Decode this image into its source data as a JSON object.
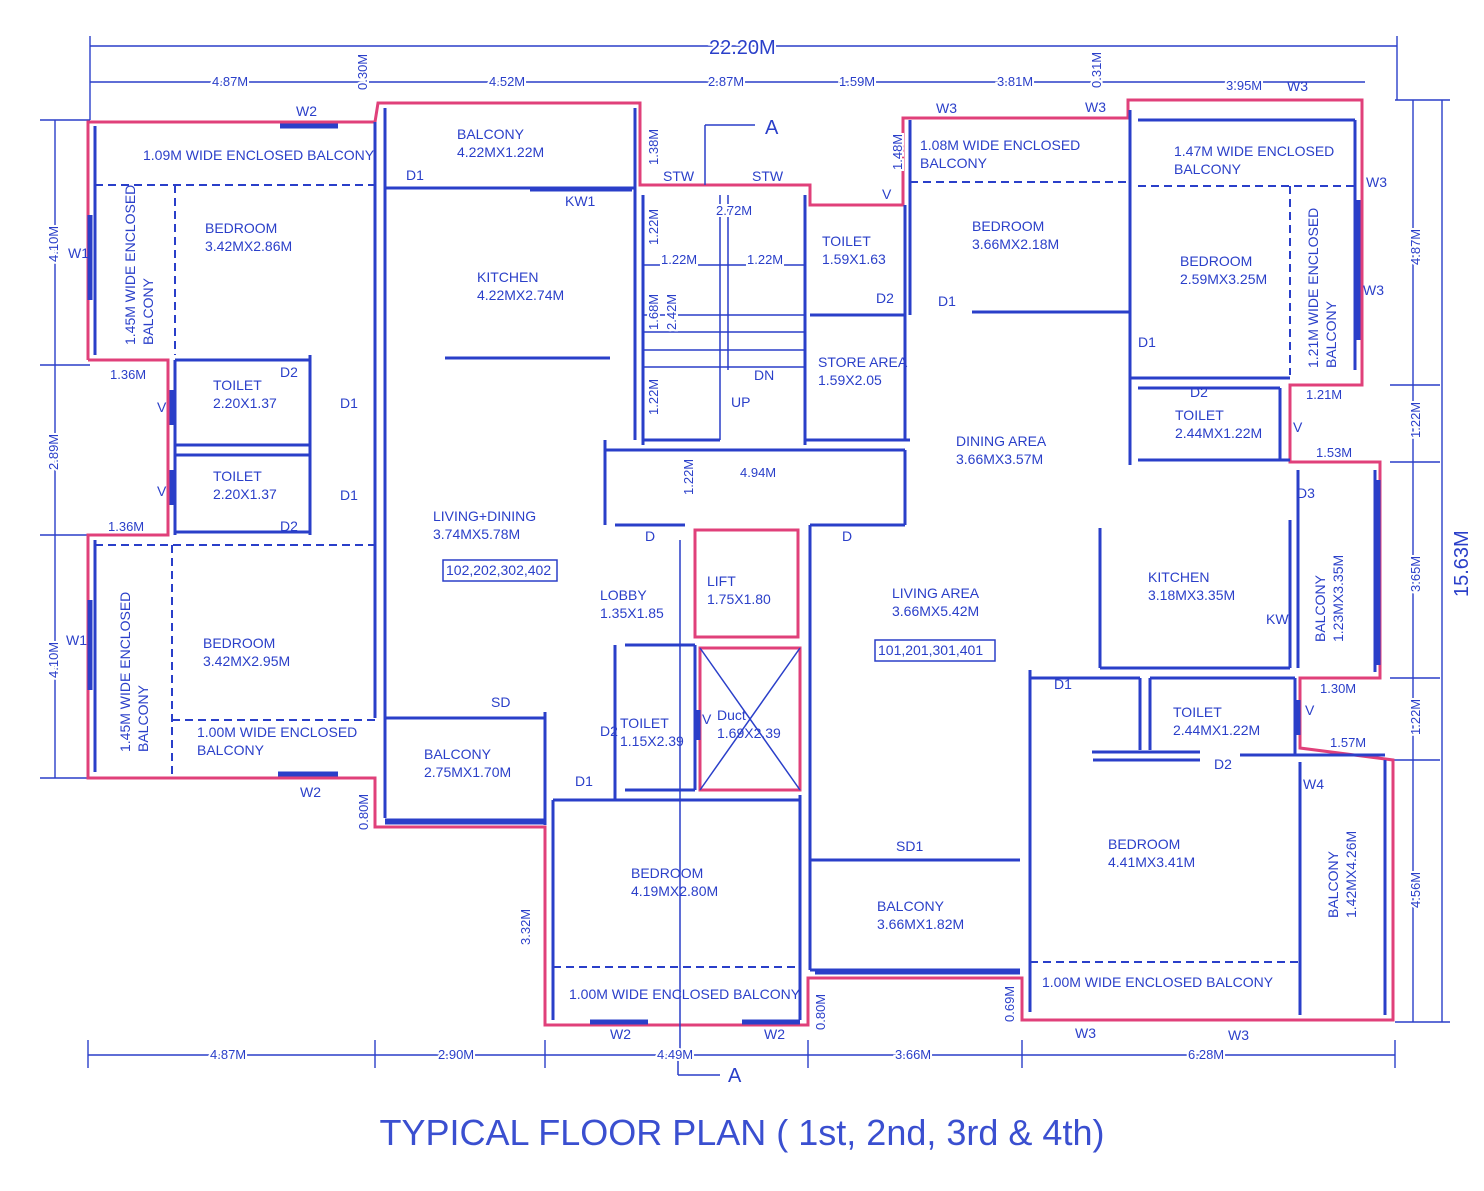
{
  "title": "TYPICAL FLOOR PLAN ( 1st, 2nd, 3rd & 4th)",
  "colors": {
    "lines": "#2a3fc9",
    "outline": "#e0407a",
    "title": "#3a4fd0"
  },
  "rooms": [
    {
      "lines": [
        "1.09M WIDE ENCLOSED BALCONY"
      ]
    },
    {
      "lines": [
        "BALCONY",
        "4.22MX1.22M"
      ]
    },
    {
      "lines": [
        "BEDROOM",
        "3.42MX2.86M"
      ]
    },
    {
      "lines": [
        "KITCHEN",
        "4.22MX2.74M"
      ]
    },
    {
      "lines": [
        "1.45M WIDE ENCLOSED",
        "BALCONY"
      ]
    },
    {
      "lines": [
        "TOILET",
        "2.20X1.37"
      ]
    },
    {
      "lines": [
        "TOILET",
        "2.20X1.37"
      ]
    },
    {
      "lines": [
        "LIVING+DINING",
        "3.74MX5.78M"
      ]
    },
    {
      "lines": [
        "BEDROOM",
        "3.42MX2.95M"
      ]
    },
    {
      "lines": [
        "1.45M WIDE ENCLOSED",
        "BALCONY"
      ]
    },
    {
      "lines": [
        "1.00M WIDE ENCLOSED",
        "BALCONY"
      ]
    },
    {
      "lines": [
        "BALCONY",
        "2.75MX1.70M"
      ]
    },
    {
      "lines": [
        "LOBBY",
        "1.35X1.85"
      ]
    },
    {
      "lines": [
        "LIFT",
        "1.75X1.80"
      ]
    },
    {
      "lines": [
        "TOILET",
        "1.15X2.39"
      ]
    },
    {
      "lines": [
        "Duct",
        "1.69X2.39"
      ]
    },
    {
      "lines": [
        "BEDROOM",
        "4.19MX2.80M"
      ]
    },
    {
      "lines": [
        "1.00M WIDE ENCLOSED BALCONY"
      ]
    },
    {
      "lines": [
        "TOILET",
        "1.59X1.63"
      ]
    },
    {
      "lines": [
        "STORE AREA",
        "1.59X2.05"
      ]
    },
    {
      "lines": [
        "1.08M WIDE ENCLOSED",
        "BALCONY"
      ]
    },
    {
      "lines": [
        "BEDROOM",
        "3.66MX2.18M"
      ]
    },
    {
      "lines": [
        "1.47M WIDE ENCLOSED",
        "BALCONY"
      ]
    },
    {
      "lines": [
        "BEDROOM",
        "2.59MX3.25M"
      ]
    },
    {
      "lines": [
        "1.21M WIDE ENCLOSED",
        "BALCONY"
      ]
    },
    {
      "lines": [
        "TOILET",
        "2.44MX1.22M"
      ]
    },
    {
      "lines": [
        "DINING AREA",
        "3.66MX3.57M"
      ]
    },
    {
      "lines": [
        "KITCHEN",
        "3.18MX3.35M"
      ]
    },
    {
      "lines": [
        "BALCONY",
        "1.23MX3.35M"
      ]
    },
    {
      "lines": [
        "LIVING AREA",
        "3.66MX5.42M"
      ]
    },
    {
      "lines": [
        "TOILET",
        "2.44MX1.22M"
      ]
    },
    {
      "lines": [
        "BEDROOM",
        "4.41MX3.41M"
      ]
    },
    {
      "lines": [
        "BALCONY",
        "1.42MX4.26M"
      ]
    },
    {
      "lines": [
        "BALCONY",
        "3.66MX1.82M"
      ]
    },
    {
      "lines": [
        "1.00M WIDE ENCLOSED BALCONY"
      ]
    }
  ],
  "flat_numbers": [
    "102,202,302,402",
    "101,201,301,401"
  ],
  "tags": [
    "W2",
    "D1",
    "KW1",
    "W1",
    "D2",
    "D1",
    "V",
    "V",
    "D1",
    "D2",
    "W1",
    "SD",
    "W2",
    "D",
    "D",
    "D2",
    "V",
    "D1",
    "W2",
    "W2",
    "STW",
    "STW",
    "DN",
    "UP",
    "D2",
    "D1",
    "W3",
    "W3",
    "W3",
    "W3",
    "W3",
    "V",
    "D1",
    "D2",
    "V",
    "D3",
    "KW",
    "V",
    "D1",
    "D2",
    "W4",
    "SD1",
    "W3",
    "W3"
  ],
  "section_marks": [
    "A",
    "A"
  ],
  "dimensions": [
    "22.20M",
    "4.87M",
    "0.30M",
    "4.52M",
    "2.87M",
    "1.59M",
    "3.81M",
    "0.31M",
    "3.95M",
    "4.10M",
    "2.89M",
    "4.10M",
    "1.36M",
    "1.36M",
    "1.38M",
    "1.48M",
    "2.72M",
    "1.22M",
    "1.22M",
    "1.22M",
    "1.68M",
    "2.42M",
    "1.22M",
    "1.22M",
    "4.94M",
    "4.87M",
    "1.22M",
    "3.65M",
    "1.22M",
    "4.56M",
    "15.63M",
    "1.21M",
    "1.53M",
    "1.30M",
    "1.57M",
    "0.80M",
    "3.32M",
    "0.80M",
    "0.69M",
    "4.87M",
    "2.90M",
    "4.49M",
    "3.66M",
    "6.28M"
  ]
}
